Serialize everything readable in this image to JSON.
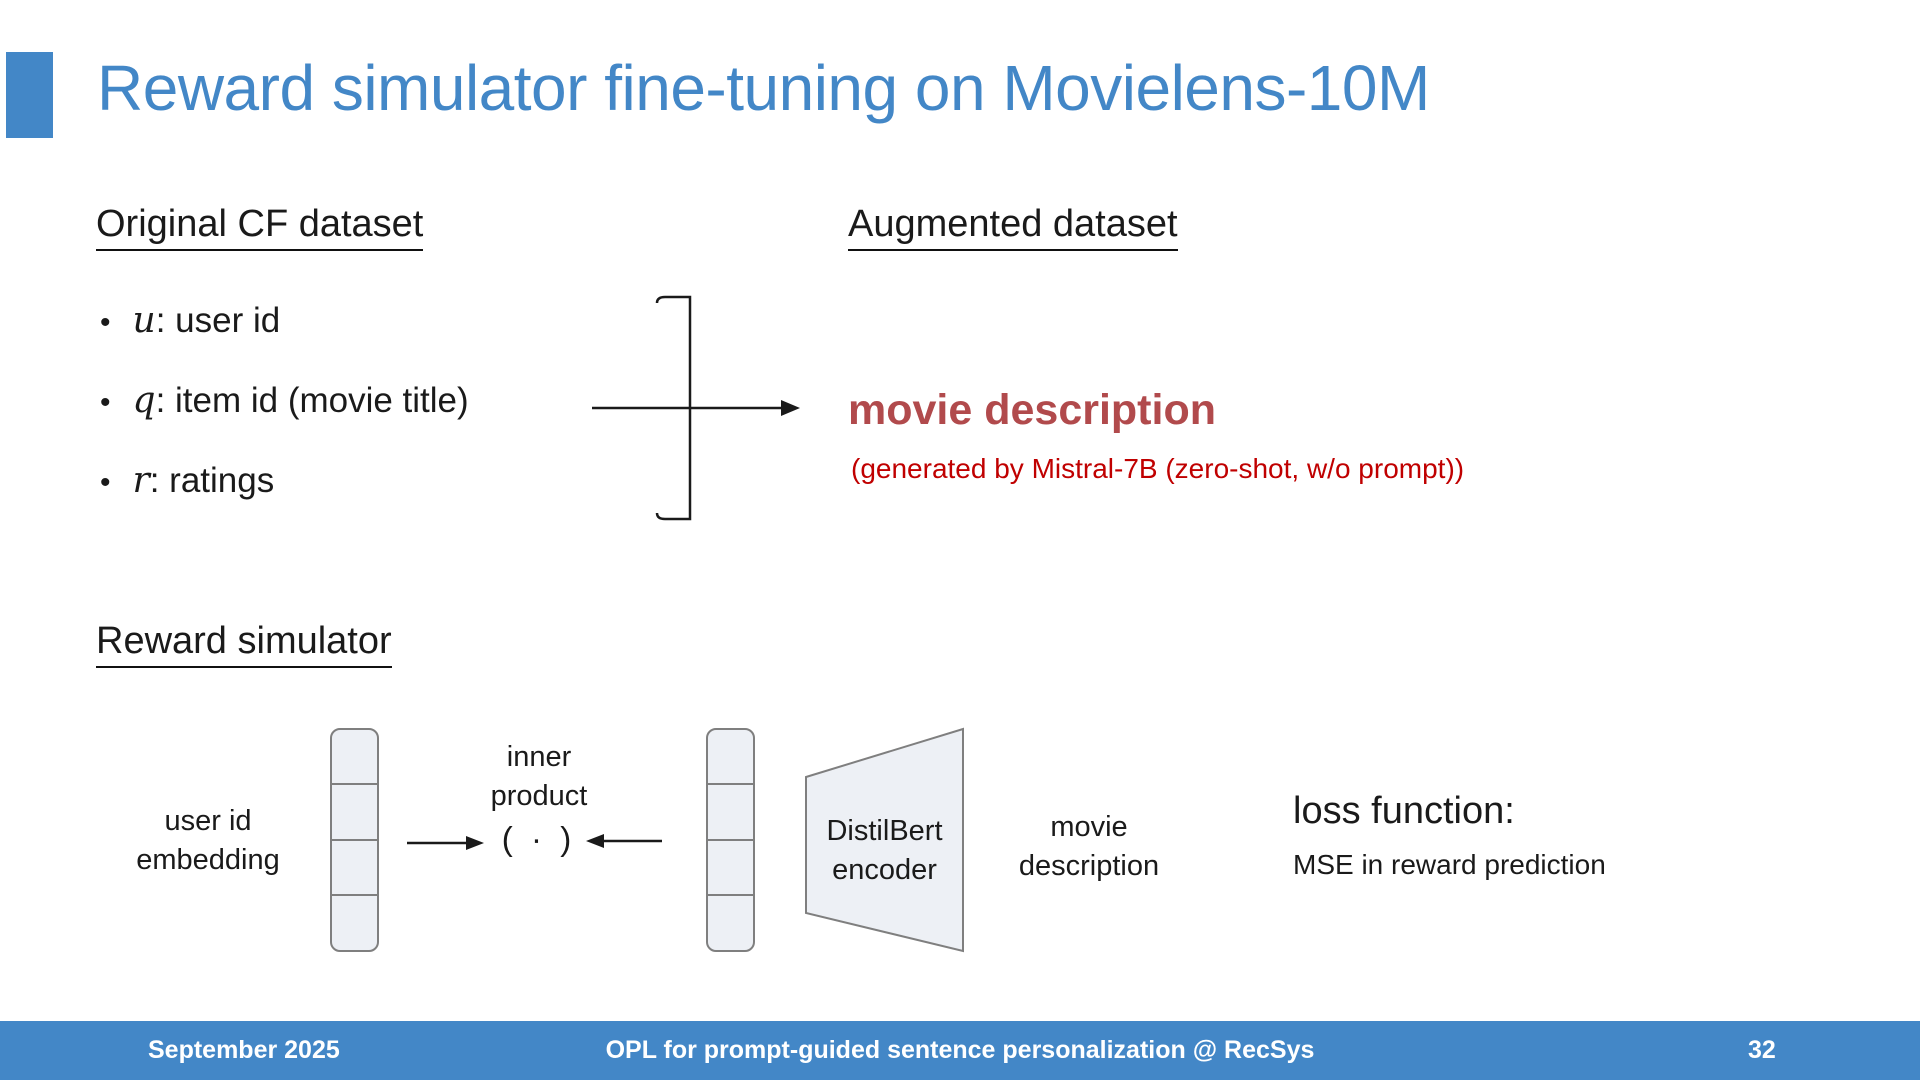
{
  "colors": {
    "accent_blue": "#4387c7",
    "movie_description_red": "#b14a4c",
    "generated_note_red": "#c00000",
    "shape_fill": "#edf0f5",
    "shape_stroke": "#7f7f7f"
  },
  "title": "Reward simulator fine-tuning on Movielens-10M",
  "original_dataset": {
    "heading": "Original CF dataset",
    "bullet_glyph": "•",
    "items": [
      {
        "symbol": "u",
        "label": ": user id"
      },
      {
        "symbol": "q",
        "label": ": item id (movie title)"
      },
      {
        "symbol": "r",
        "label": ": ratings"
      }
    ]
  },
  "augmented_dataset": {
    "heading": "Augmented dataset",
    "result": "movie description",
    "note": "(generated by Mistral-7B (zero-shot, w/o prompt))"
  },
  "reward_simulator": {
    "heading": "Reward simulator",
    "user_embedding_label": {
      "line1": "user id",
      "line2": "embedding"
    },
    "inner_product_label": {
      "line1": "inner",
      "line2": "product"
    },
    "inner_product_symbol": "( ∙ )",
    "encoder_label": {
      "line1": "DistilBert",
      "line2": "encoder"
    },
    "movie_description_label": {
      "line1": "movie",
      "line2": "description"
    },
    "loss": {
      "title": "loss function:",
      "detail": "MSE in reward prediction"
    }
  },
  "footer": {
    "date": "September 2025",
    "venue": "OPL for prompt-guided sentence personalization @ RecSys",
    "page": "32"
  }
}
